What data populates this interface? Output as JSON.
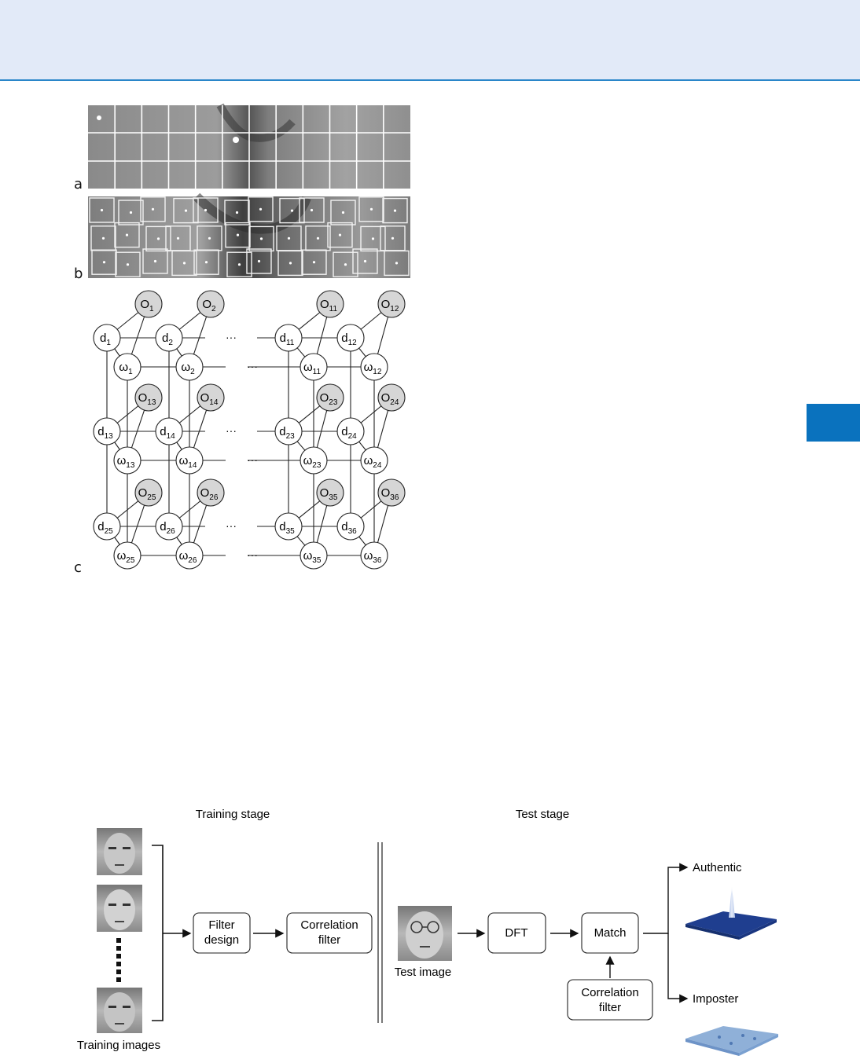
{
  "figure_top": {
    "panels": [
      "a",
      "b",
      "c"
    ],
    "network": {
      "ellipsis": "···",
      "rows": [
        {
          "o": [
            [
              "O",
              "1"
            ],
            [
              "O",
              "2"
            ],
            [
              "O",
              "11"
            ],
            [
              "O",
              "12"
            ]
          ],
          "d": [
            [
              "d",
              "1"
            ],
            [
              "d",
              "2"
            ],
            [
              "d",
              "11"
            ],
            [
              "d",
              "12"
            ]
          ],
          "w": [
            [
              "ω",
              "1"
            ],
            [
              "ω",
              "2"
            ],
            [
              "ω",
              "11"
            ],
            [
              "ω",
              "12"
            ]
          ]
        },
        {
          "o": [
            [
              "O",
              "13"
            ],
            [
              "O",
              "14"
            ],
            [
              "O",
              "23"
            ],
            [
              "O",
              "24"
            ]
          ],
          "d": [
            [
              "d",
              "13"
            ],
            [
              "d",
              "14"
            ],
            [
              "d",
              "23"
            ],
            [
              "d",
              "24"
            ]
          ],
          "w": [
            [
              "ω",
              "13"
            ],
            [
              "ω",
              "14"
            ],
            [
              "ω",
              "23"
            ],
            [
              "ω",
              "24"
            ]
          ]
        },
        {
          "o": [
            [
              "O",
              "25"
            ],
            [
              "O",
              "26"
            ],
            [
              "O",
              "35"
            ],
            [
              "O",
              "36"
            ]
          ],
          "d": [
            [
              "d",
              "25"
            ],
            [
              "d",
              "26"
            ],
            [
              "d",
              "35"
            ],
            [
              "d",
              "36"
            ]
          ],
          "w": [
            [
              "ω",
              "25"
            ],
            [
              "ω",
              "26"
            ],
            [
              "ω",
              "35"
            ],
            [
              "ω",
              "36"
            ]
          ]
        }
      ]
    }
  },
  "figure_bottom": {
    "training_stage_label": "Training stage",
    "test_stage_label": "Test stage",
    "training_images_label": "Training images",
    "filter_design_label": [
      "Filter",
      "design"
    ],
    "correlation_filter_label": [
      "Correlation",
      "filter"
    ],
    "test_image_label": "Test image",
    "dft_label": "DFT",
    "match_label": "Match",
    "correlation_filter_test_label": [
      "Correlation",
      "filter"
    ],
    "authentic_label": "Authentic",
    "imposter_label": "Imposter"
  },
  "colors": {
    "header": "#e2eaf8",
    "header_rule": "#2a86c9",
    "tab": "#0a72be",
    "node_shaded": "#d6d6d6",
    "surface_authentic": "#1f3e8f",
    "surface_imposter": "#8fb0d8"
  }
}
